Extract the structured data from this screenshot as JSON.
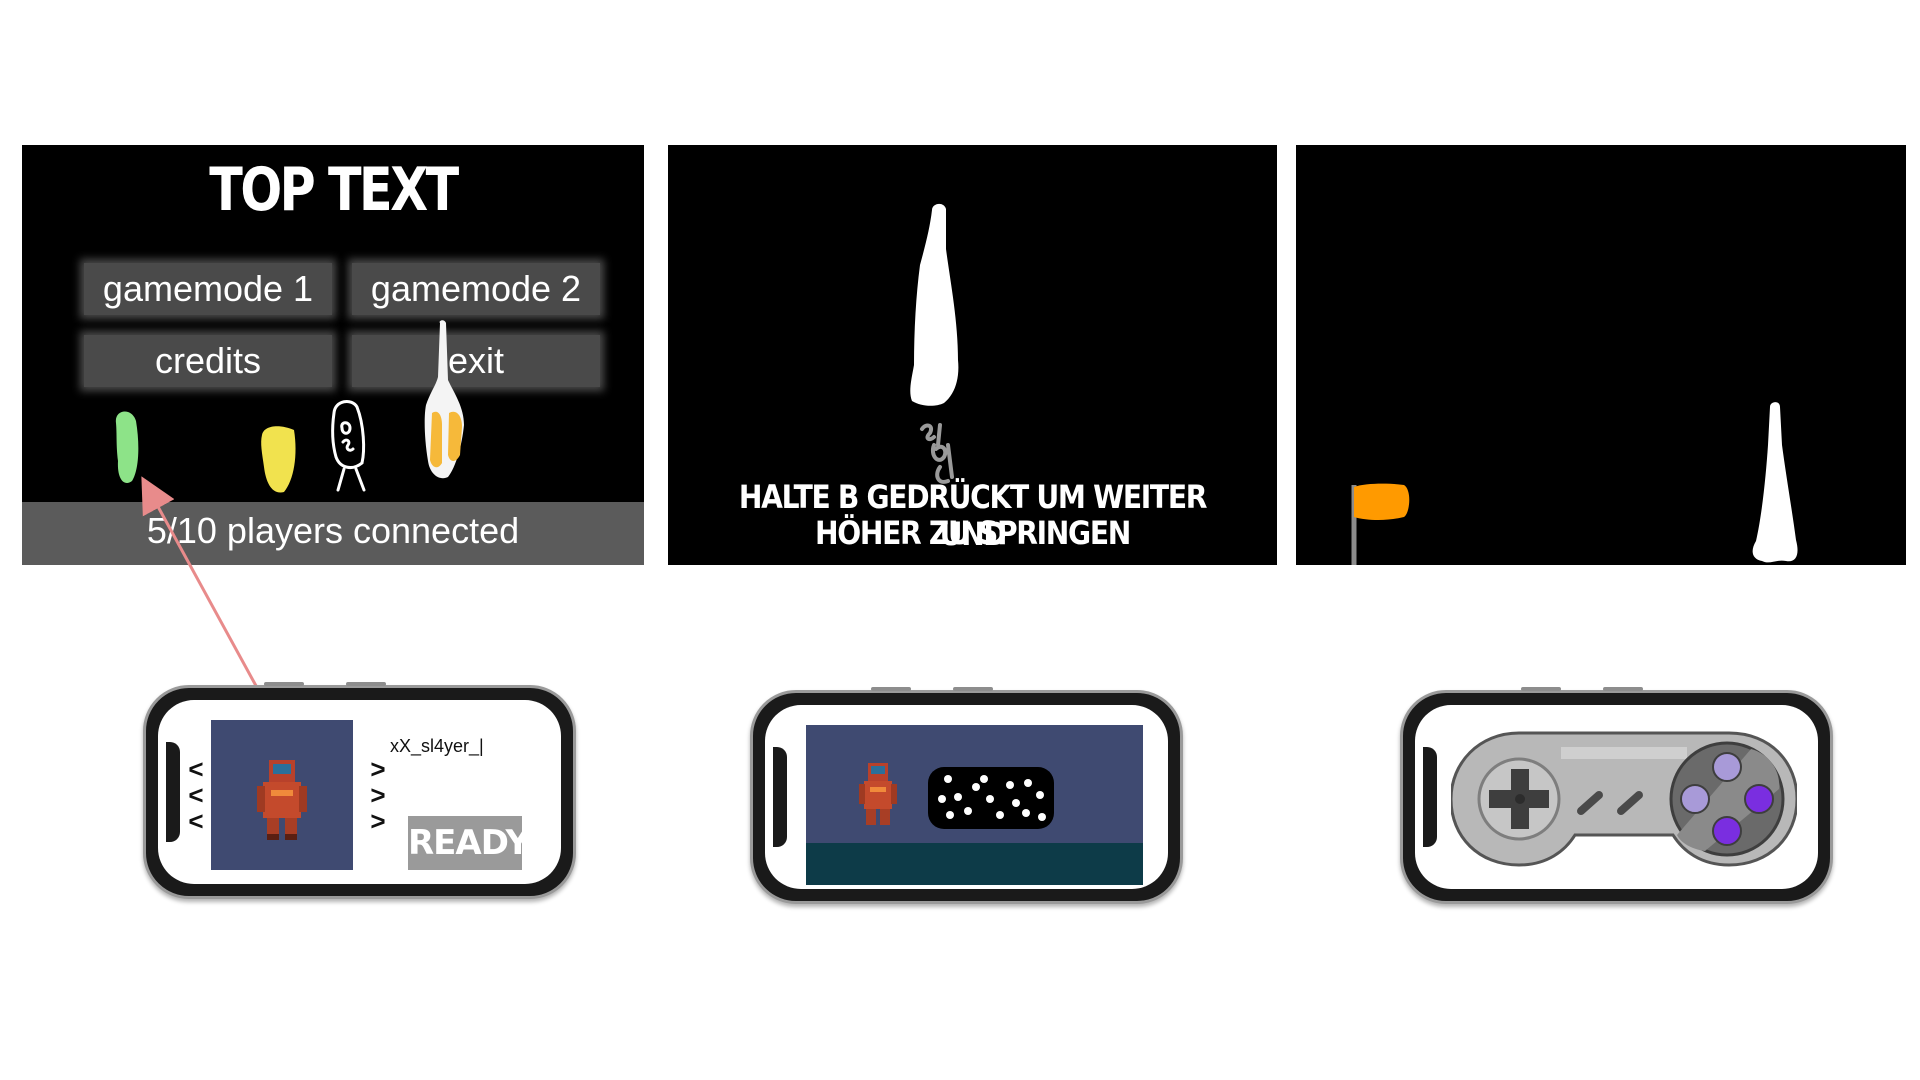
{
  "menu_screen": {
    "title": "TOP TEXT",
    "buttons": [
      "gamemode 1",
      "gamemode 2",
      "credits",
      "exit"
    ],
    "status": "5/10 players connected"
  },
  "jump_screen": {
    "caption_line1": "HALTE B GEDRÜCKT UM WEITER UND",
    "caption_line2": "HÖHER ZU SPRINGEN"
  },
  "player_phone": {
    "username": "xX_sl4yer_|",
    "ready_label": "READY",
    "left_arrows": "< < <",
    "right_arrows": "> > >"
  },
  "colors": {
    "player_green": "#8de388",
    "player_yellow": "#f1e24e",
    "player_orange": "#f6b93a",
    "flag_orange": "#ff9a00",
    "game_sky": "#3f4a71",
    "game_floor": "#0d3b48",
    "dpad": "#3e3e3e",
    "button_purple": "#7a2ee0",
    "button_lavender": "#a89ad8",
    "connector_arrow": "#e88b8b"
  },
  "icons": [
    "astronaut-icon",
    "rocket-icon",
    "flag-icon",
    "dpad-icon",
    "controller-icon"
  ]
}
